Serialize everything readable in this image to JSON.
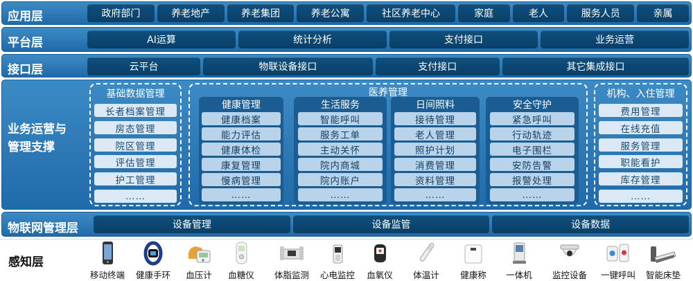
{
  "layers": {
    "app": {
      "label": "应用层",
      "items": [
        "政府部门",
        "养老地产",
        "养老集团",
        "养老公寓",
        "社区养老中心",
        "家庭",
        "老人",
        "服务人员",
        "亲属"
      ]
    },
    "platform": {
      "label": "平台层",
      "items": [
        "AI运算",
        "统计分析",
        "支付接口",
        "业务运营"
      ]
    },
    "interface": {
      "label": "接口层",
      "items": [
        "云平台",
        "物联设备接口",
        "支付接口",
        "其它集成接口"
      ]
    },
    "business": {
      "label_line1": "业务运营与",
      "label_line2": "管理支撑",
      "basic": {
        "title": "基础数据管理",
        "items": [
          "长者档案管理",
          "房态管理",
          "院区管理",
          "评估管理",
          "护工管理",
          "……"
        ]
      },
      "medical": {
        "title": "医养管理",
        "columns": [
          {
            "title": "健康管理",
            "items": [
              "健康档案",
              "能力评估",
              "健康体检",
              "康复管理",
              "慢病管理",
              "……"
            ]
          },
          {
            "title": "生活服务",
            "items": [
              "智能呼叫",
              "服务工单",
              "主动关怀",
              "院内商城",
              "院内账户",
              "……"
            ]
          },
          {
            "title": "日间照料",
            "items": [
              "接待管理",
              "老人管理",
              "照护计划",
              "消费管理",
              "资料管理",
              "……"
            ]
          },
          {
            "title": "安全守护",
            "items": [
              "紧急呼叫",
              "行动轨迹",
              "电子围栏",
              "安防告警",
              "报警处理",
              "……"
            ]
          }
        ]
      },
      "org": {
        "title": "机构、入住管理",
        "items": [
          "费用管理",
          "在线充值",
          "服务管理",
          "职能看护",
          "库存管理",
          "……"
        ]
      }
    },
    "iot": {
      "label": "物联网管理层",
      "items": [
        "设备管理",
        "设备监管",
        "设备数据"
      ]
    },
    "sensing": {
      "label": "感知层",
      "devices": [
        {
          "label": "移动终端",
          "icon": "mobile-terminal-icon"
        },
        {
          "label": "健康手环",
          "icon": "health-band-icon"
        },
        {
          "label": "血压计",
          "icon": "blood-pressure-monitor-icon"
        },
        {
          "label": "血糖仪",
          "icon": "glucose-meter-icon"
        },
        {
          "label": "体脂监测",
          "icon": "body-fat-monitor-icon"
        },
        {
          "label": "心电监控",
          "icon": "ecg-monitor-icon"
        },
        {
          "label": "血氧仪",
          "icon": "oximeter-icon"
        },
        {
          "label": "体温计",
          "icon": "thermometer-icon"
        },
        {
          "label": "健康称",
          "icon": "health-scale-icon"
        },
        {
          "label": "一体机",
          "icon": "all-in-one-machine-icon"
        },
        {
          "label": "监控设备",
          "icon": "surveillance-camera-icon"
        },
        {
          "label": "一键呼叫",
          "icon": "call-button-icon"
        },
        {
          "label": "智能床垫",
          "icon": "smart-mattress-icon"
        }
      ]
    }
  }
}
